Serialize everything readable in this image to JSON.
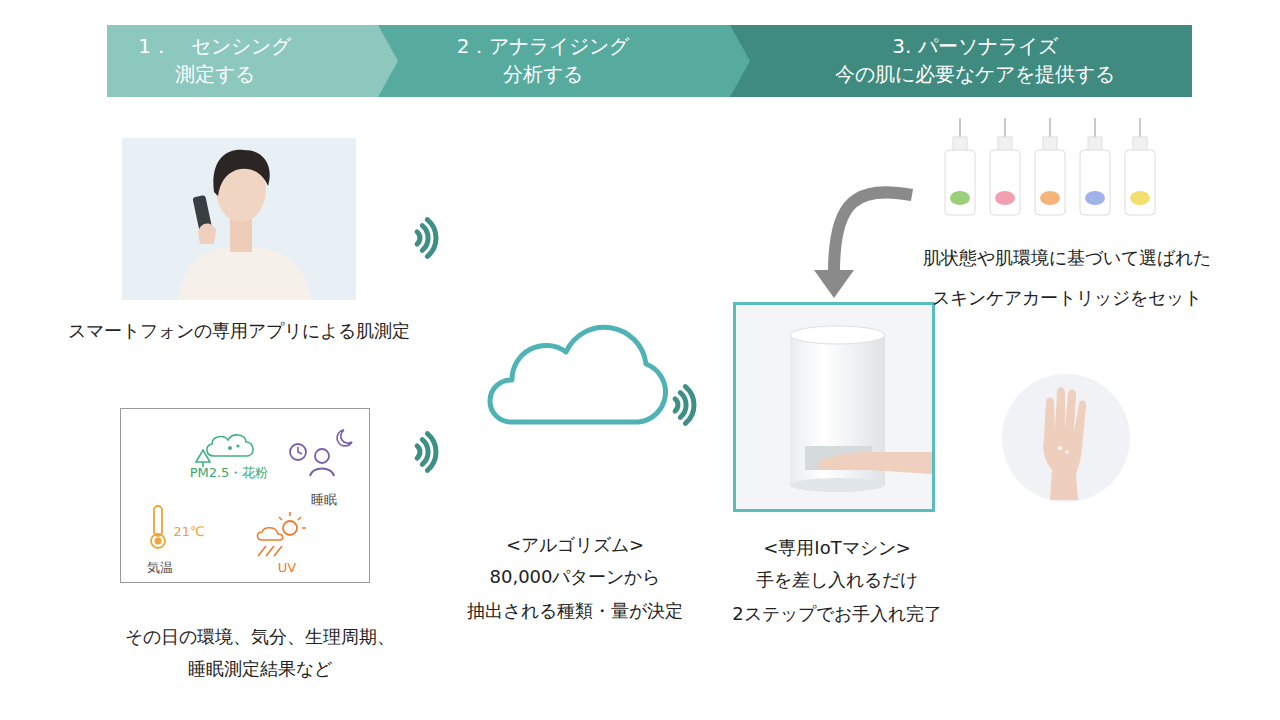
{
  "diagram": {
    "nodes": [
      {
        "text": [
          "1．　センシング",
          "測定する"
        ]
      },
      {
        "text": [
          "2．アナライジング",
          "分析する"
        ]
      },
      {
        "text": [
          "3. パーソナライズ",
          "今の肌に必要なケアを提供する"
        ]
      },
      {
        "text": [
          "スマートフォンの専用アプリによる肌測定"
        ]
      },
      {
        "text": [
          "PM2.5・花粉",
          "睡眠",
          "21℃",
          "気温",
          "UV",
          "その日の環境、気分、生理周期、 睡眠測定結果など"
        ]
      },
      {
        "text": [
          "<アルゴリズム>",
          "80,000パターンから 抽出される種類・量が決定"
        ]
      },
      {
        "text": [
          "<専用IoTマシン>",
          "手を差し入れるだけ 2ステップでお手入れ完了"
        ]
      },
      {
        "text": [
          "肌状態や肌環境に基づいて選ばれた スキンケアカートリッジをセット"
        ]
      }
    ],
    "edges": [
      {
        "from": 7,
        "to": 6,
        "arrow": "to"
      }
    ]
  }
}
